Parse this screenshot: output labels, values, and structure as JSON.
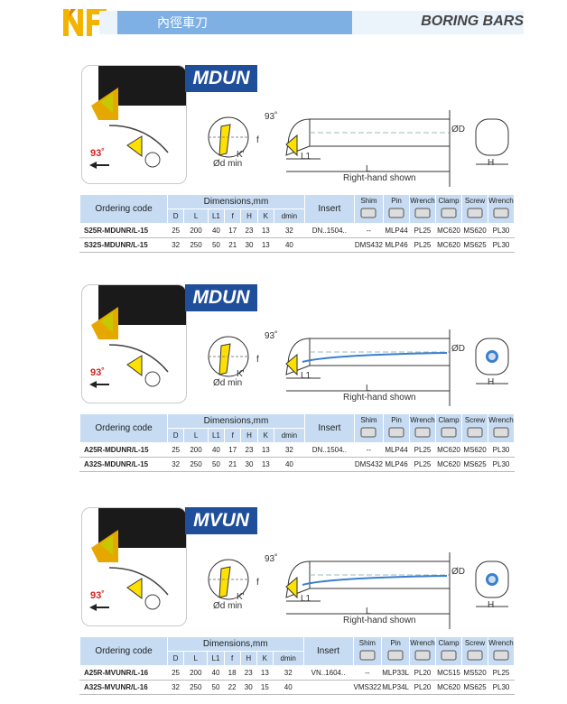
{
  "header": {
    "logo_text": "NF",
    "title_cn": "內徑車刀",
    "title_en": "BORING BARS"
  },
  "labels": {
    "ordering_code": "Ordering code",
    "dimensions": "Dimensions,mm",
    "insert": "Insert",
    "dim_cols": [
      "D",
      "L",
      "L1",
      "f",
      "H",
      "K",
      "dmin"
    ],
    "acc_cols": [
      "Shim",
      "Pin",
      "Wrench",
      "Clamp",
      "Screw",
      "Wrench"
    ],
    "diagram": {
      "angle_top": "93˚",
      "phi_d": "ØD",
      "d_min": "Ød min",
      "k": "K'",
      "f": "f",
      "l1": "L1",
      "l": "L",
      "h": "H",
      "right_hand": "Right-hand shown",
      "angle_red": "93˚"
    }
  },
  "sections": [
    {
      "badge": "MDUN",
      "rows": [
        {
          "code": "S25R-MDUNR/L-15",
          "dims": [
            "25",
            "200",
            "40",
            "17",
            "23",
            "13",
            "32"
          ],
          "insert": "DN..1504..",
          "acc": [
            "--",
            "MLP44",
            "PL25",
            "MC620",
            "MS620",
            "PL30"
          ]
        },
        {
          "code": "S32S-MDUNR/L-15",
          "dims": [
            "32",
            "250",
            "50",
            "21",
            "30",
            "13",
            "40"
          ],
          "insert": "",
          "acc": [
            "DMS432",
            "MLP46",
            "PL25",
            "MC620",
            "MS625",
            "PL30"
          ]
        }
      ]
    },
    {
      "badge": "MDUN",
      "rows": [
        {
          "code": "A25R-MDUNR/L-15",
          "dims": [
            "25",
            "200",
            "40",
            "17",
            "23",
            "13",
            "32"
          ],
          "insert": "DN..1504..",
          "acc": [
            "--",
            "MLP44",
            "PL25",
            "MC620",
            "MS620",
            "PL30"
          ]
        },
        {
          "code": "A32S-MDUNR/L-15",
          "dims": [
            "32",
            "250",
            "50",
            "21",
            "30",
            "13",
            "40"
          ],
          "insert": "",
          "acc": [
            "DMS432",
            "MLP46",
            "PL25",
            "MC620",
            "MS625",
            "PL30"
          ]
        }
      ]
    },
    {
      "badge": "MVUN",
      "rows": [
        {
          "code": "A25R-MVUNR/L-16",
          "dims": [
            "25",
            "200",
            "40",
            "18",
            "23",
            "13",
            "32"
          ],
          "insert": "VN..1604..",
          "acc": [
            "--",
            "MLP33L",
            "PL20",
            "MC515",
            "MS520",
            "PL25"
          ]
        },
        {
          "code": "A32S-MVUNR/L-16",
          "dims": [
            "32",
            "250",
            "50",
            "22",
            "30",
            "15",
            "40"
          ],
          "insert": "",
          "acc": [
            "VMS322",
            "MLP34L",
            "PL20",
            "MC620",
            "MS625",
            "PL30"
          ]
        }
      ]
    }
  ]
}
